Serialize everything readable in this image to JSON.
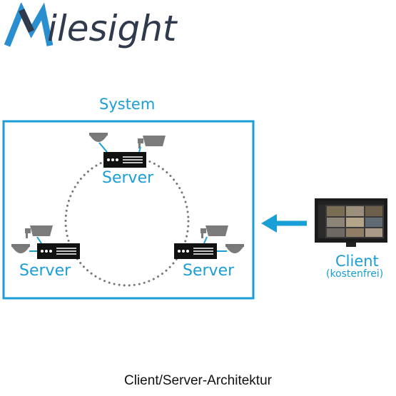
{
  "logo": {
    "text": "ilesight"
  },
  "diagram": {
    "system_label": "System",
    "servers": [
      {
        "label": "Server"
      },
      {
        "label": "Server"
      },
      {
        "label": "Server"
      }
    ],
    "client_label": "Client",
    "client_sublabel": "(kostenfrei)",
    "colors": {
      "accent": "#1a9ed6",
      "device_dark": "#111111",
      "camera_gray": "#7b7b7b",
      "logo_blue": "#2a8fd0",
      "logo_dark": "#2f3a4c"
    },
    "icons": [
      "dome-camera-icon",
      "bullet-camera-icon",
      "nvr-icon",
      "monitor-icon",
      "arrow-left-icon"
    ]
  },
  "caption": "Client/Server-Architektur"
}
